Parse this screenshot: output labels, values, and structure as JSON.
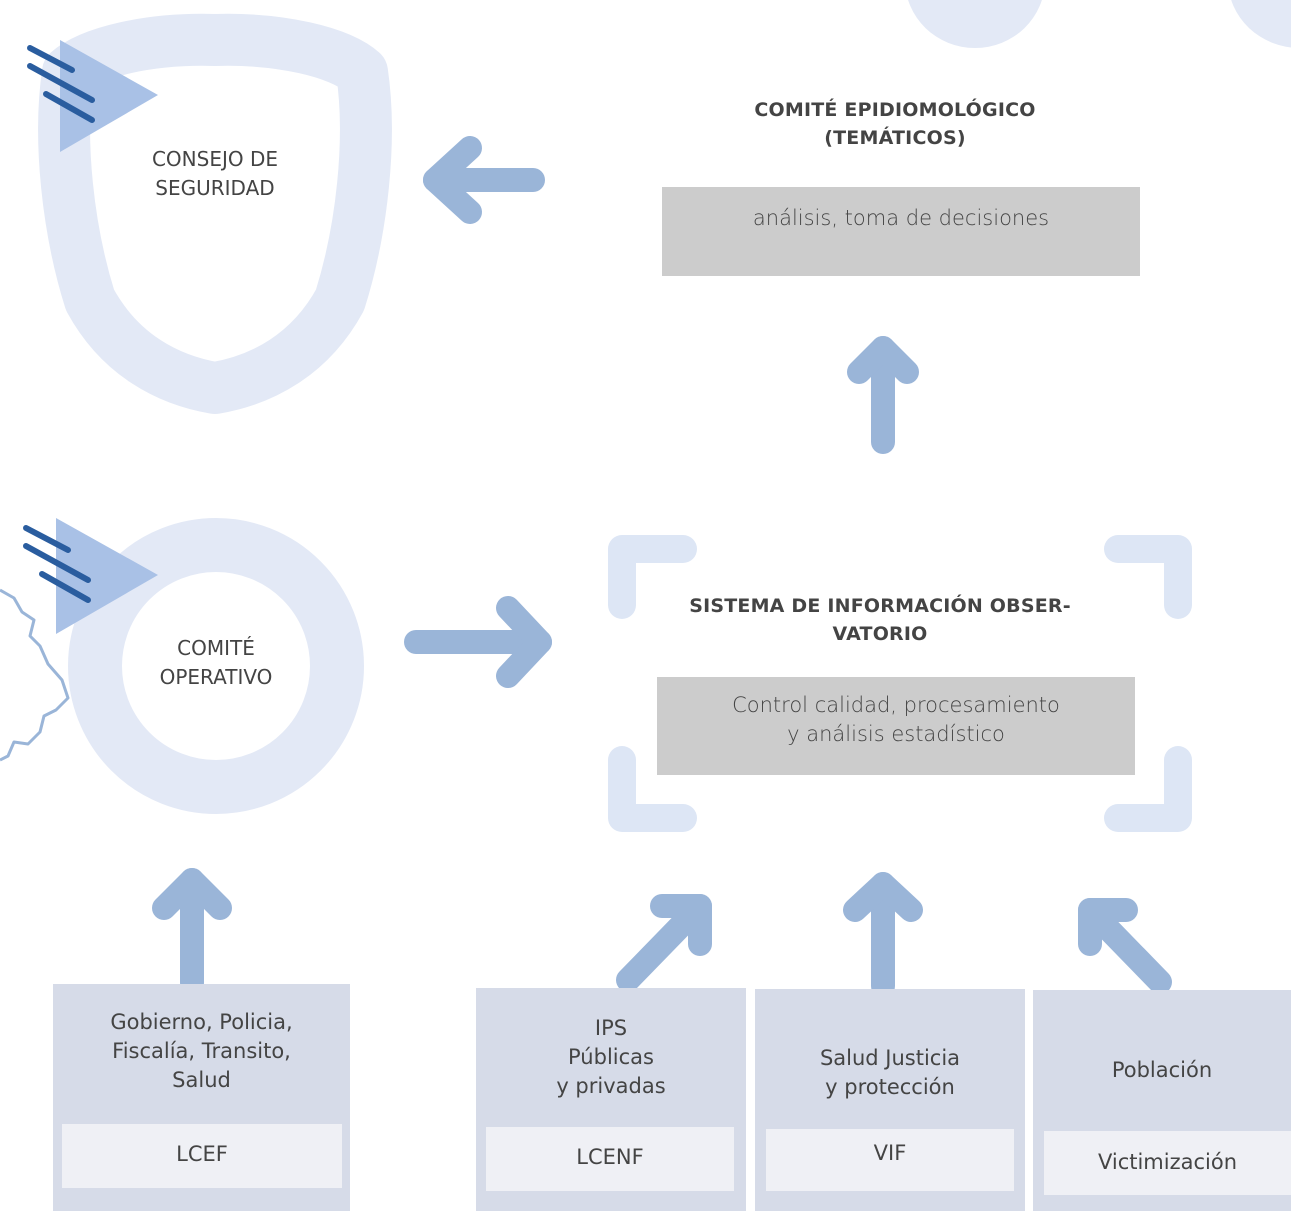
{
  "consejo": {
    "label": "CONSEJO DE\nSEGURIDAD"
  },
  "comite_epidemiologico": {
    "title": "COMITÉ EPIDIOMOLÓGICO\n(TEMÁTICOS)",
    "box": "análisis, toma de decisiones"
  },
  "comite_operativo": {
    "label": "COMITÉ\nOPERATIVO"
  },
  "sistema": {
    "title": "SISTEMA DE INFORMACIÓN  OBSER-\nVATORIO",
    "box": "Control calidad, procesamiento\ny análisis estadístico"
  },
  "sources": [
    {
      "text": "Gobierno, Policia,\nFiscalía, Transito,\nSalud",
      "sub": "LCEF"
    },
    {
      "text": "IPS\nPúblicas\ny  privadas",
      "sub": "LCENF"
    },
    {
      "text": "Salud Justicia\ny protección",
      "sub": "VIF"
    },
    {
      "text": "Población",
      "sub": "Victimización"
    }
  ],
  "colors": {
    "light_blue": "#e3e9f6",
    "arrow_blue": "#9ab5d8",
    "dark_blue": "#2a5d9f",
    "triangle": "#a9c1e6",
    "grey_box": "#cccccc",
    "panel": "#d6dbe8",
    "sub_box": "#eff0f5"
  }
}
